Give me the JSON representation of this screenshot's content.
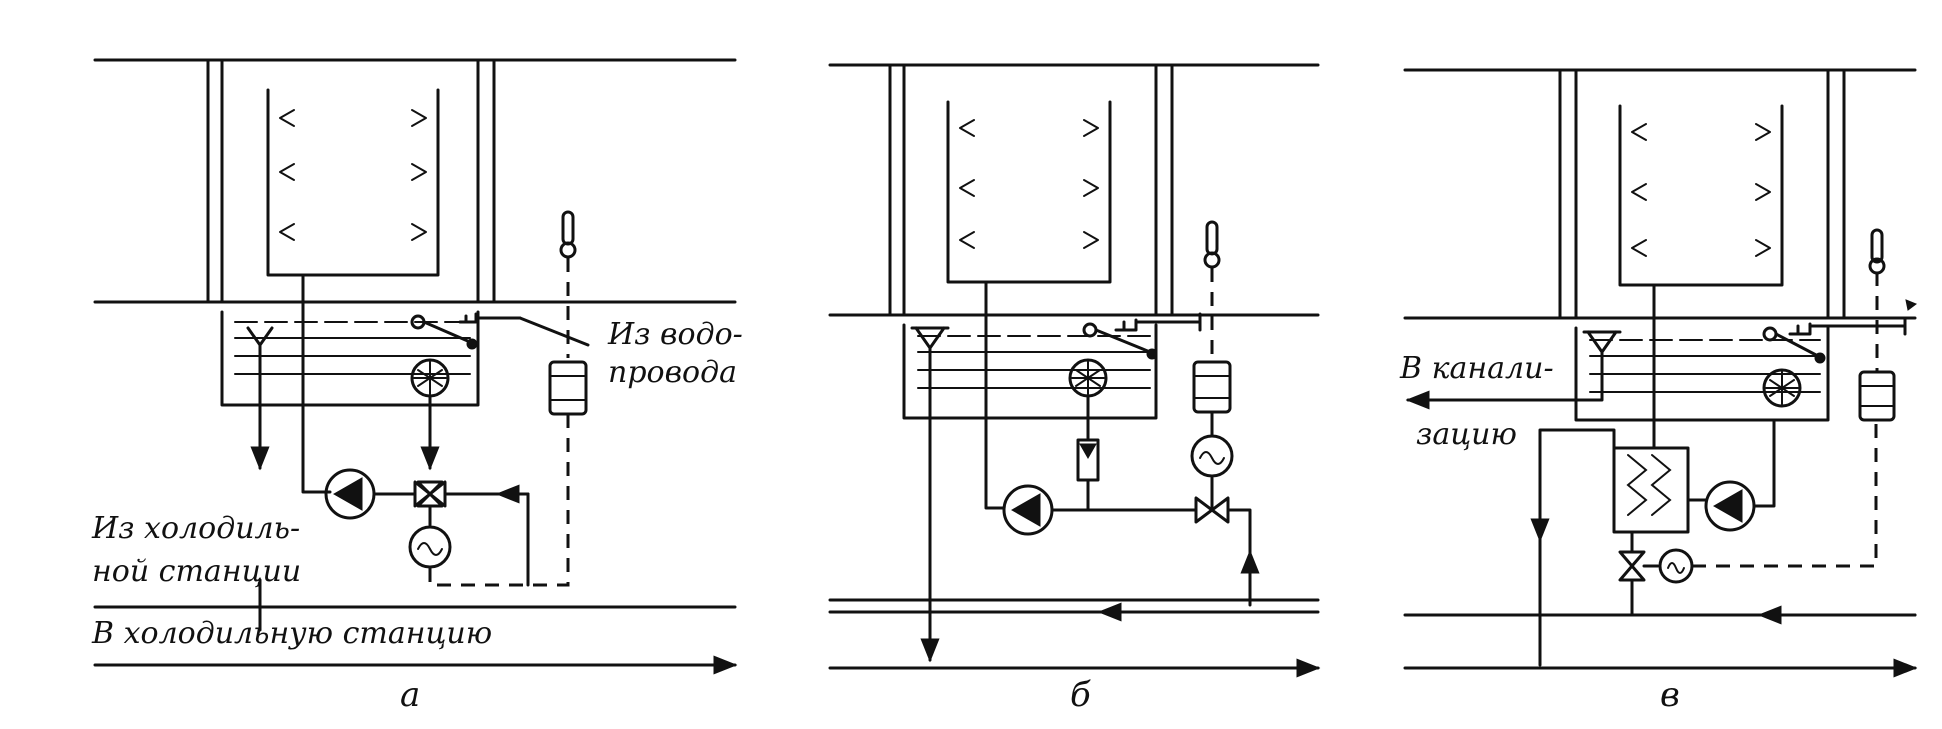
{
  "colors": {
    "ink": "#111111",
    "background": "#ffffff"
  },
  "panels": [
    {
      "caption": "а",
      "labels": {
        "from_water_supply_1": "Из водо-",
        "from_water_supply_2": "провода",
        "from_cooling_station_1": "Из холодиль-",
        "from_cooling_station_2": "ной станции",
        "to_cooling_station": "В холодильную станцию"
      }
    },
    {
      "caption": "б"
    },
    {
      "caption": "в",
      "labels": {
        "to_sewer_1": "В канали-",
        "to_sewer_2": "зацию"
      }
    }
  ]
}
